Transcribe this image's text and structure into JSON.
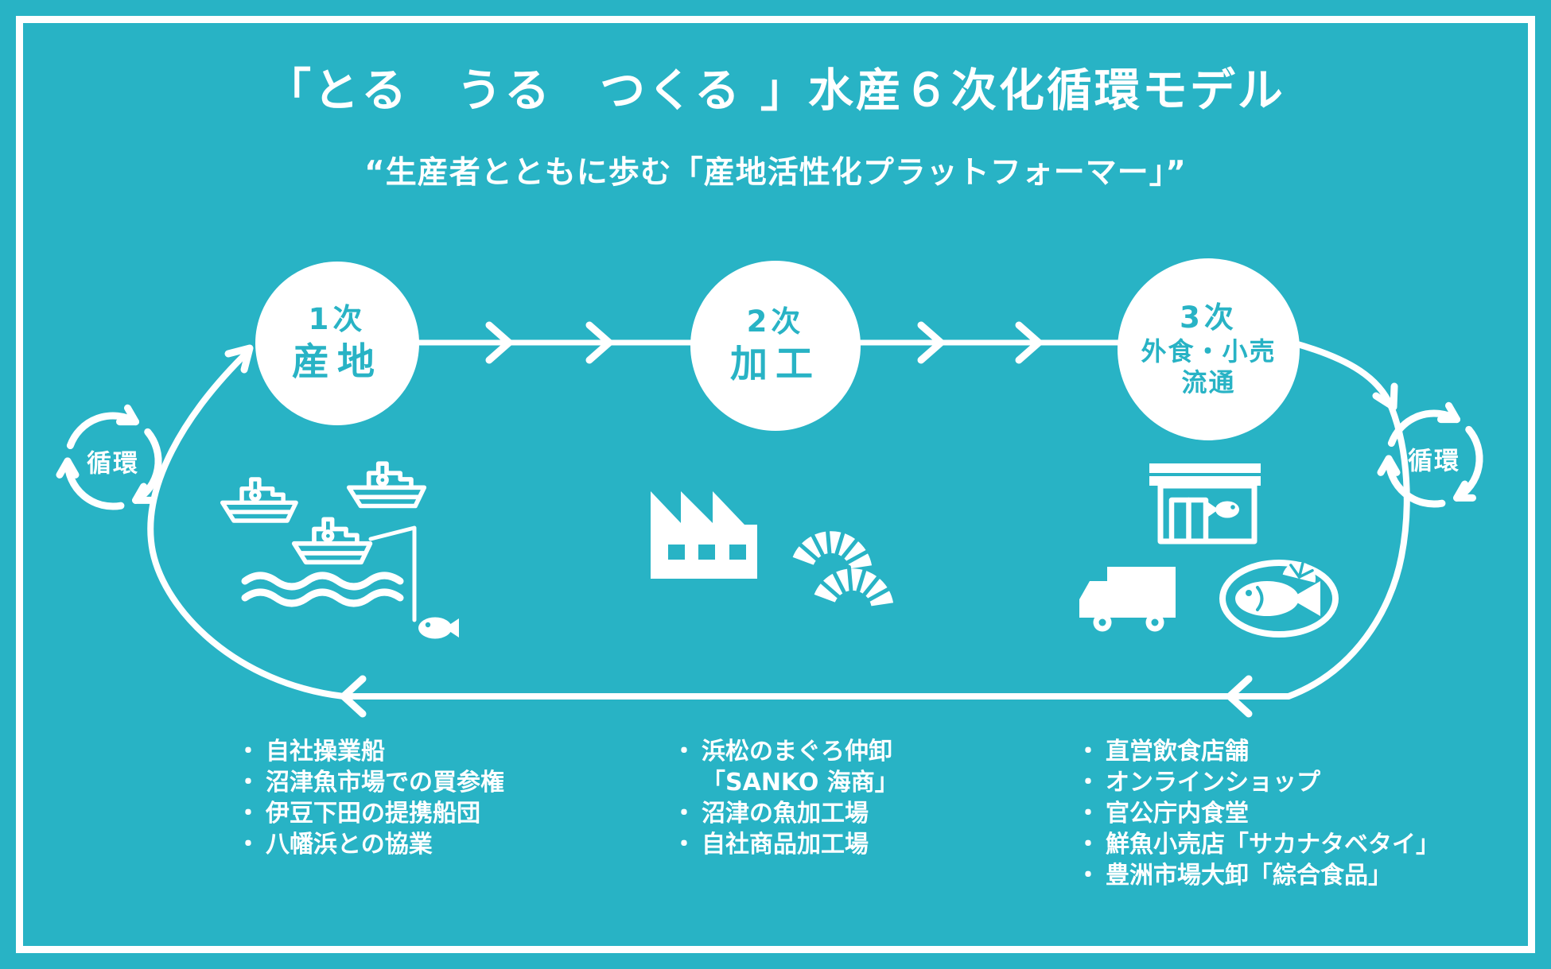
{
  "colors": {
    "background": "#28b3c5",
    "foreground": "#ffffff"
  },
  "header": {
    "title": "「とる　うる　つくる 」水産６次化循環モデル",
    "subtitle": "“生産者とともに歩む「産地活性化プラットフォーマー」”"
  },
  "cycle": {
    "left_label": "循環",
    "right_label": "循環"
  },
  "list_bullet": "・",
  "stages": [
    {
      "level": "1次",
      "name": "産地",
      "items": [
        [
          "自社操業船"
        ],
        [
          "沼津魚市場での買参権"
        ],
        [
          "伊豆下田の提携船団"
        ],
        [
          "八幡浜との協業"
        ]
      ]
    },
    {
      "level": "2次",
      "name": "加工",
      "items": [
        [
          "浜松のまぐろ仲卸",
          "「SANKO 海商」"
        ],
        [
          "沼津の魚加工場"
        ],
        [
          "自社商品加工場"
        ]
      ]
    },
    {
      "level": "3次",
      "name": "外食・小売",
      "name2": "流通",
      "items": [
        [
          "直営飲食店舗"
        ],
        [
          "オンラインショップ"
        ],
        [
          "官公庁内食堂"
        ],
        [
          "鮮魚小売店「サカナタベタイ」"
        ],
        [
          "豊洲市場大卸「綜合食品」"
        ]
      ]
    }
  ],
  "icons": [
    "fishing-boats-icon",
    "factory-icon",
    "fish-slices-icon",
    "storefront-icon",
    "delivery-truck-icon",
    "fish-plate-icon",
    "cycle-arrows-icon"
  ]
}
